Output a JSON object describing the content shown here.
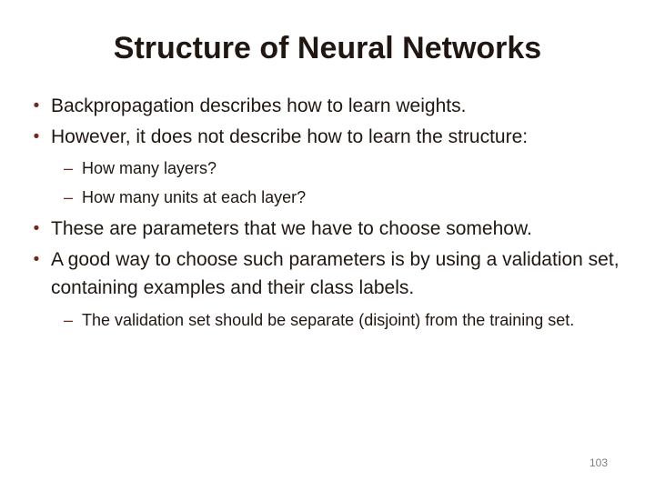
{
  "slide": {
    "title": "Structure of Neural Networks",
    "page_number": "103",
    "markers": {
      "level1": "•",
      "level2": "–"
    },
    "bullets": [
      {
        "level": 1,
        "text": "Backpropagation describes how to learn weights."
      },
      {
        "level": 1,
        "text": "However, it does not describe how to learn the structure:"
      },
      {
        "level": 2,
        "text": "How many layers?"
      },
      {
        "level": 2,
        "text": "How many units at each layer?"
      },
      {
        "level": 1,
        "text": "These are parameters that we have to choose somehow."
      },
      {
        "level": 1,
        "text": "A good way to choose such parameters is by using a validation set, containing examples and their class labels."
      },
      {
        "level": 2,
        "text": "The validation set should be separate (disjoint) from the training set."
      }
    ]
  }
}
